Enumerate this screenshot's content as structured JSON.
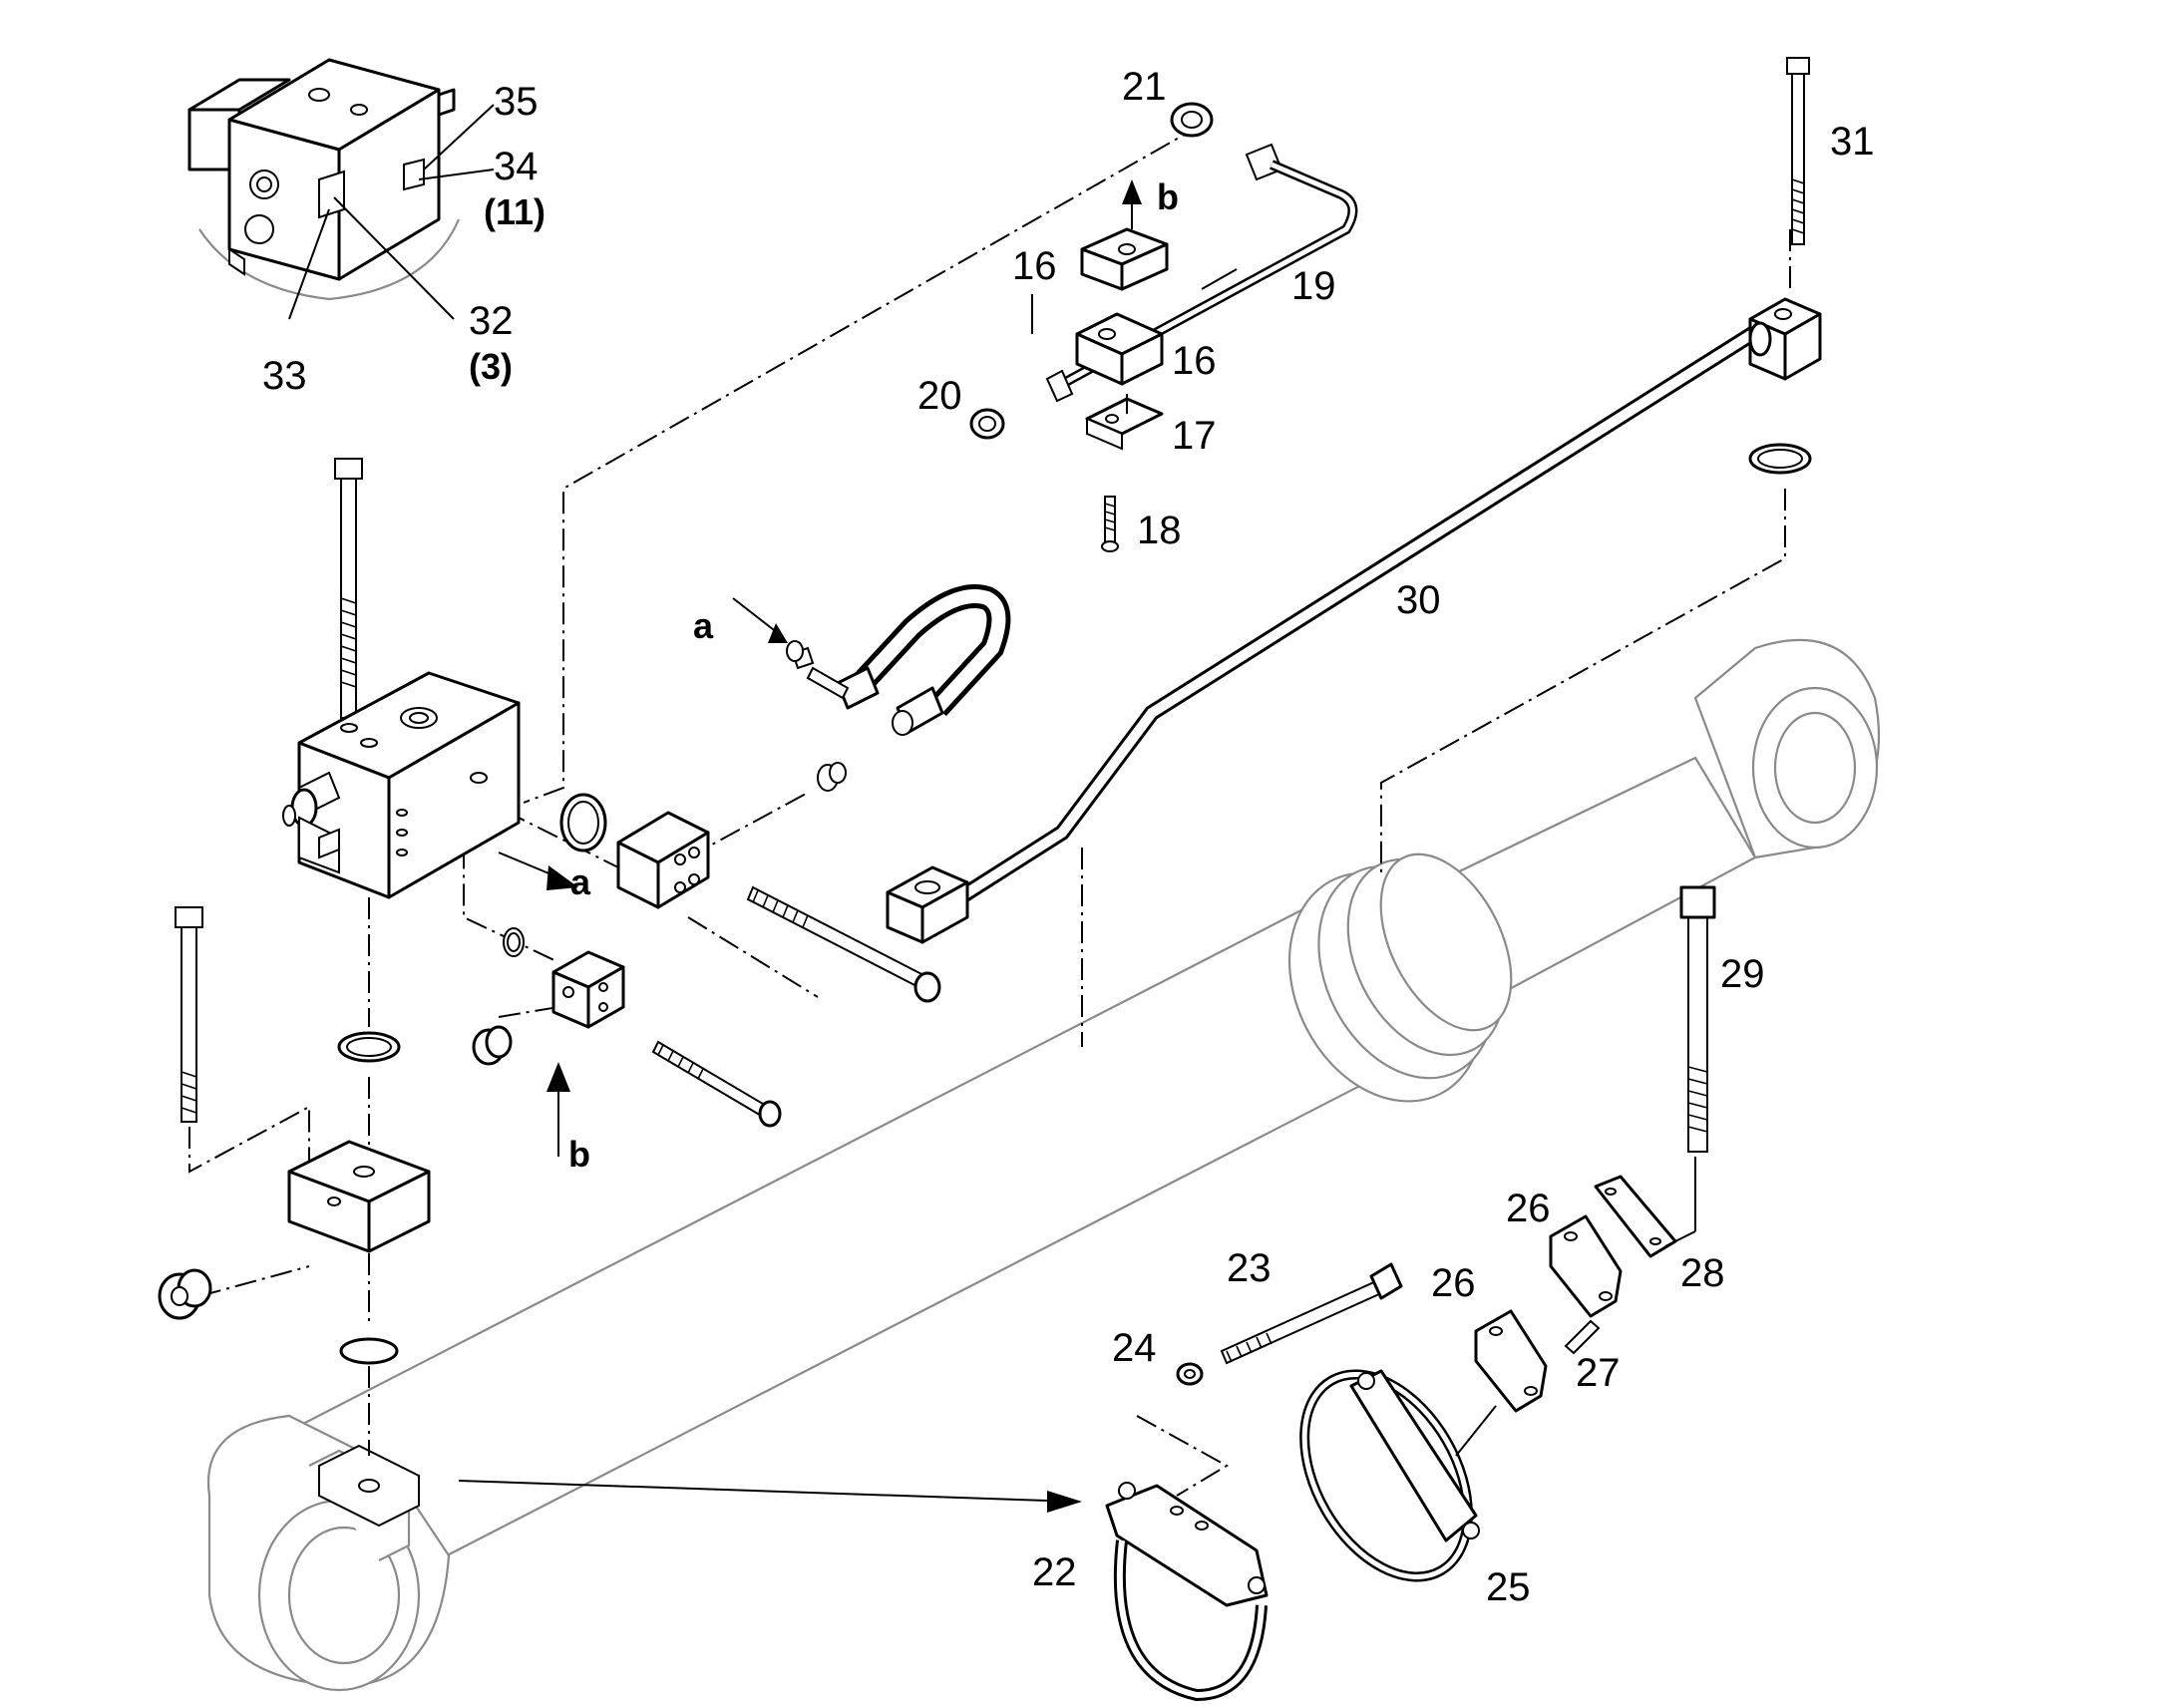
{
  "labels": [
    {
      "id": "35",
      "text": "35"
    },
    {
      "id": "34",
      "text": "34"
    },
    {
      "id": "34q",
      "text": "(11)"
    },
    {
      "id": "32",
      "text": "32"
    },
    {
      "id": "32q",
      "text": "(3)"
    },
    {
      "id": "33",
      "text": "33"
    },
    {
      "id": "21",
      "text": "21"
    },
    {
      "id": "b1",
      "text": "b"
    },
    {
      "id": "16a",
      "text": "16"
    },
    {
      "id": "19",
      "text": "19"
    },
    {
      "id": "16b",
      "text": "16"
    },
    {
      "id": "20",
      "text": "20"
    },
    {
      "id": "17",
      "text": "17"
    },
    {
      "id": "18",
      "text": "18"
    },
    {
      "id": "31",
      "text": "31"
    },
    {
      "id": "30",
      "text": "30"
    },
    {
      "id": "a1",
      "text": "a"
    },
    {
      "id": "a2",
      "text": "a"
    },
    {
      "id": "b2",
      "text": "b"
    },
    {
      "id": "29",
      "text": "29"
    },
    {
      "id": "26a",
      "text": "26"
    },
    {
      "id": "26b",
      "text": "26"
    },
    {
      "id": "28",
      "text": "28"
    },
    {
      "id": "23",
      "text": "23"
    },
    {
      "id": "24",
      "text": "24"
    },
    {
      "id": "27",
      "text": "27"
    },
    {
      "id": "22",
      "text": "22"
    },
    {
      "id": "25",
      "text": "25"
    }
  ]
}
